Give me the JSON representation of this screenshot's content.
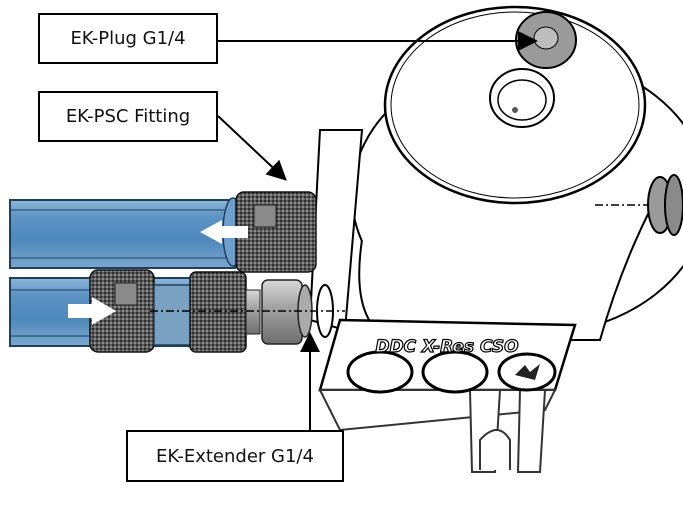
{
  "diagram": {
    "title": "",
    "callouts": [
      {
        "id": "plug",
        "label": "EK-Plug G1/4"
      },
      {
        "id": "psc",
        "label": "EK-PSC Fitting"
      },
      {
        "id": "extender",
        "label": "EK-Extender G1/4"
      }
    ],
    "product_marking": "DDC X-Res CSO",
    "colors": {
      "tube": "#5b93c4",
      "tube_dark": "#2f5f8c",
      "metal": "#9a9a9a",
      "line": "#000000",
      "arrow_flow": "#ffffff"
    },
    "flow_arrows": [
      {
        "tube": "upper",
        "direction": "left"
      },
      {
        "tube": "lower",
        "direction": "right"
      }
    ]
  }
}
